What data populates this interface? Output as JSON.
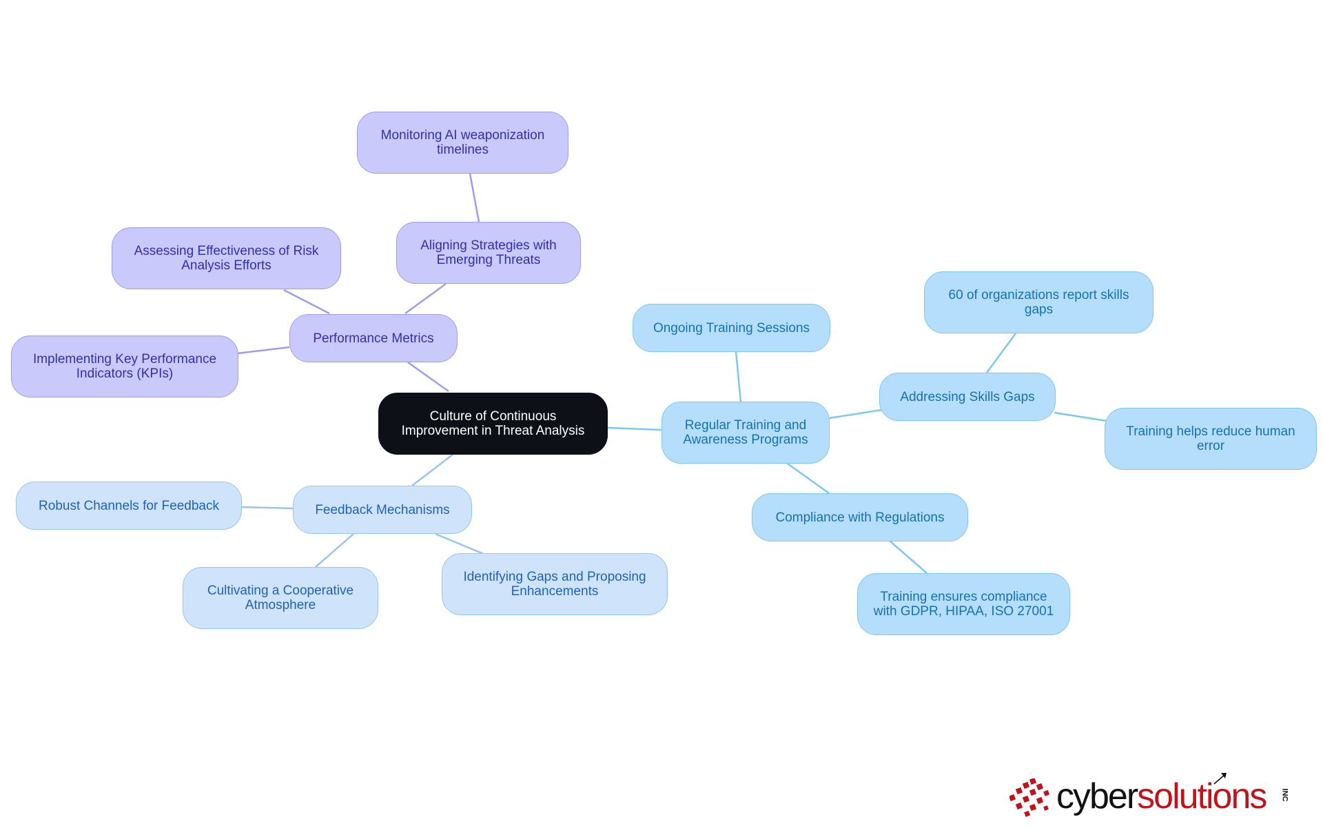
{
  "diagram": {
    "root": "Culture of Continuous Improvement in Threat Analysis",
    "performance_metrics": {
      "label": "Performance Metrics",
      "children": {
        "aligning": "Aligning Strategies with Emerging Threats",
        "monitoring": "Monitoring AI weaponization timelines",
        "assessing": "Assessing Effectiveness of Risk Analysis Efforts",
        "kpis": "Implementing Key Performance Indicators (KPIs)"
      }
    },
    "feedback": {
      "label": "Feedback Mechanisms",
      "children": {
        "channels": "Robust Channels for Feedback",
        "cooperative": "Cultivating a Cooperative Atmosphere",
        "gaps": "Identifying Gaps and Proposing Enhancements"
      }
    },
    "training": {
      "label": "Regular Training and Awareness Programs",
      "children": {
        "ongoing": "Ongoing Training Sessions",
        "skills": "Addressing Skills Gaps",
        "skills_stat": "60 of organizations report skills gaps",
        "human_error": "Training helps reduce human error",
        "compliance": "Compliance with Regulations",
        "compliance_detail": "Training ensures compliance with GDPR, HIPAA, ISO 27001"
      }
    }
  },
  "colors": {
    "root": "#0d1117",
    "performance": "#c9cafb",
    "performance_line": "#9c9cf1",
    "feedback": "#cfe3fb",
    "feedback_line": "#98c4f2",
    "training": "#b4defb",
    "training_line": "#7ec6f2"
  },
  "logo": {
    "cyber": "cyber",
    "solutions": "solutions",
    "inc": "INC"
  }
}
